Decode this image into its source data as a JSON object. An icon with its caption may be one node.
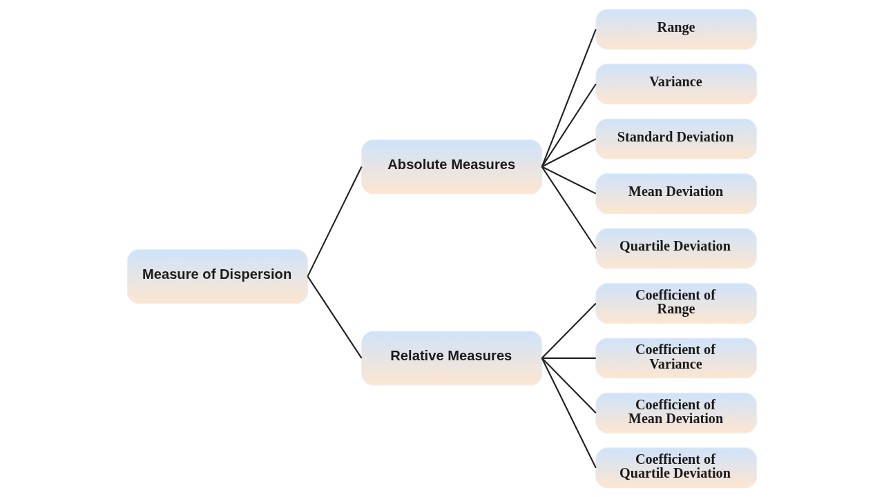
{
  "diagram": {
    "nodes": [
      {
        "text": [
          "Measure of Dispersion"
        ]
      },
      {
        "text": [
          "Absolute Measures"
        ]
      },
      {
        "text": [
          "Relative Measures"
        ]
      },
      {
        "text": [
          "Range"
        ]
      },
      {
        "text": [
          "Variance"
        ]
      },
      {
        "text": [
          "Standard Deviation"
        ]
      },
      {
        "text": [
          "Mean Deviation"
        ]
      },
      {
        "text": [
          "Quartile Deviation"
        ]
      },
      {
        "text": [
          "Coefficient of Range"
        ]
      },
      {
        "text": [
          "Coefficient of Variance"
        ]
      },
      {
        "text": [
          "Coefficient of Mean Deviation"
        ]
      },
      {
        "text": [
          "Coefficient of Quartile Deviation"
        ]
      }
    ],
    "edges": [
      {
        "from": 0,
        "to": 1,
        "arrow": "none"
      },
      {
        "from": 0,
        "to": 2,
        "arrow": "none"
      },
      {
        "from": 1,
        "to": 3,
        "arrow": "none"
      },
      {
        "from": 1,
        "to": 4,
        "arrow": "none"
      },
      {
        "from": 1,
        "to": 5,
        "arrow": "none"
      },
      {
        "from": 1,
        "to": 6,
        "arrow": "none"
      },
      {
        "from": 1,
        "to": 7,
        "arrow": "none"
      },
      {
        "from": 2,
        "to": 8,
        "arrow": "none"
      },
      {
        "from": 2,
        "to": 9,
        "arrow": "none"
      },
      {
        "from": 2,
        "to": 10,
        "arrow": "none"
      },
      {
        "from": 2,
        "to": 11,
        "arrow": "none"
      }
    ]
  }
}
